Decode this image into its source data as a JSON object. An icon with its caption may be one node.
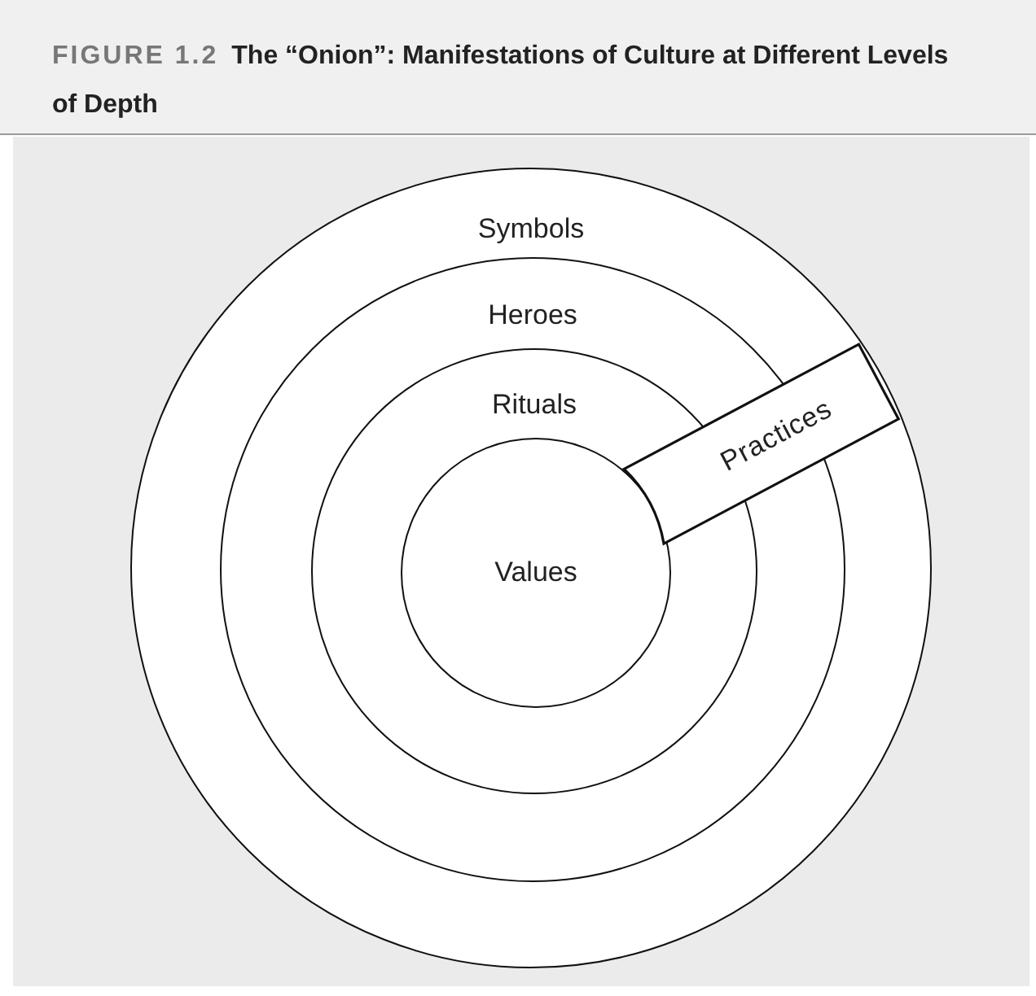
{
  "diagram": {
    "title": "The “Onion”: Manifestations of Culture at Different Levels of Depth",
    "nodes": [
      {
        "text": [
          "Symbols"
        ]
      },
      {
        "text": [
          "Heroes"
        ],
        "in": 0
      },
      {
        "text": [
          "Rituals"
        ],
        "in": 1
      },
      {
        "text": [
          "Values"
        ],
        "in": 2
      },
      {
        "text": [
          "Practices"
        ],
        "in": 0
      }
    ],
    "labels": [
      "FIGURE 1.2"
    ]
  }
}
